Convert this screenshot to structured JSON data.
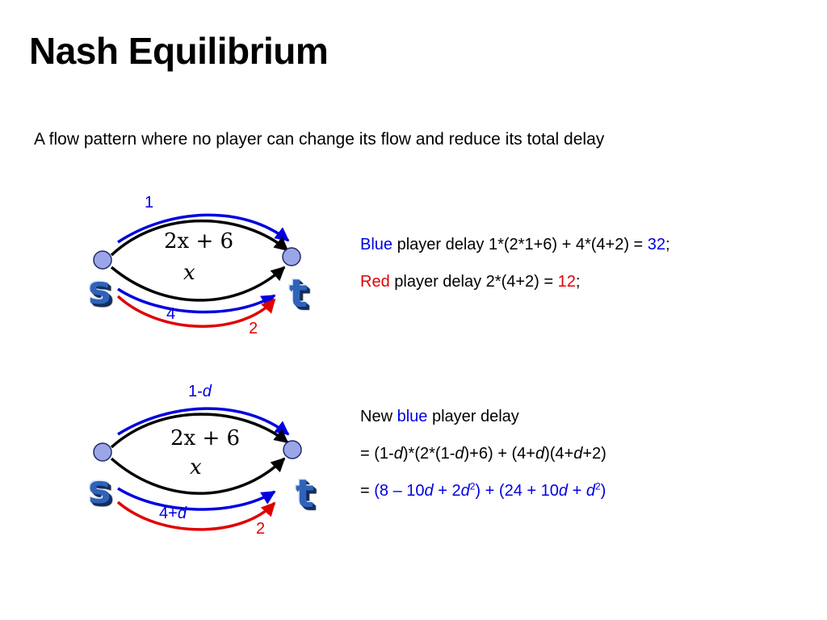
{
  "slide": {
    "title": "Nash Equilibrium",
    "subtitle": "A flow pattern where no player can change its flow and reduce its total delay"
  },
  "diagram1": {
    "source_label": "s",
    "sink_label": "t",
    "top_blue_flow": "1",
    "top_edge_cost_latex": "2x + 6",
    "bottom_edge_cost_latex": "x",
    "bottom_blue_flow": "4",
    "bottom_red_flow": "2"
  },
  "diagram2": {
    "source_label": "s",
    "sink_label": "t",
    "top_blue_flow_prefix": "1-",
    "top_blue_flow_var": "d",
    "top_edge_cost_latex": "2x + 6",
    "bottom_edge_cost_latex": "x",
    "bottom_blue_flow_prefix": "4+",
    "bottom_blue_flow_var": "d",
    "bottom_red_flow": "2"
  },
  "equations1": {
    "blue_word": "Blue",
    "blue_text": " player delay 1*(2*1+6) + 4*(4+2) = ",
    "blue_value": "32",
    "blue_end": ";",
    "red_word": "Red",
    "red_text": " player delay 2*(4+2) = ",
    "red_value": "12",
    "red_end": ";"
  },
  "equations2": {
    "line1_prefix": "New ",
    "line1_blue": "blue",
    "line1_suffix": " player delay",
    "line2": "= (1-d)*(2*(1-d)+6) + (4+d)(4+d+2)",
    "line3_prefix": "= ",
    "line3": "(8 – 10d + 2d2)  + (24 + 10d + d2)"
  },
  "colors": {
    "blue": "#0000e0",
    "red": "#e00000",
    "black": "#000000",
    "node_fill": "#9aa6e8",
    "node_stroke": "#1f2a66"
  }
}
